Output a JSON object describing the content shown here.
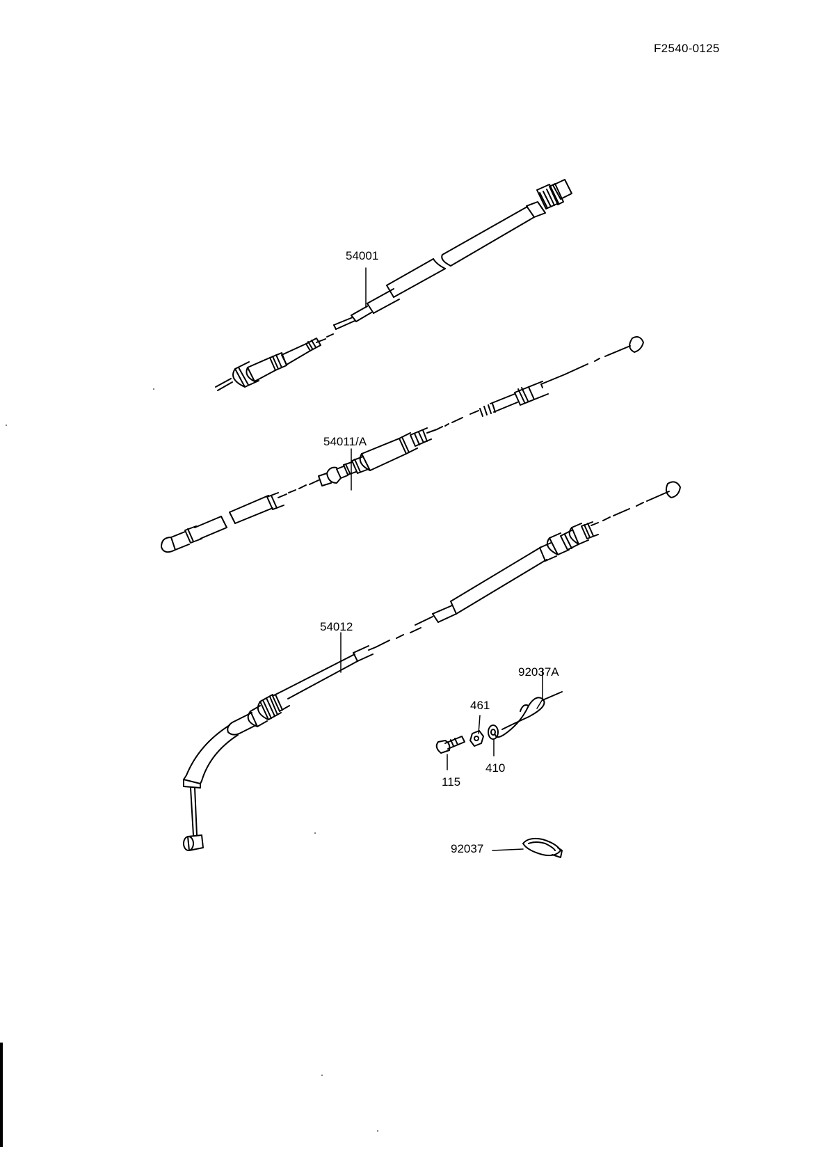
{
  "drawing_code": "F2540-0125",
  "parts": [
    {
      "id": "speedometer-cable",
      "label": "54001"
    },
    {
      "id": "clutch-cable",
      "label": "54011/A"
    },
    {
      "id": "throttle-cable",
      "label": "54012"
    },
    {
      "id": "clamp-a",
      "label": "92037A"
    },
    {
      "id": "nut",
      "label": "461"
    },
    {
      "id": "washer",
      "label": "410"
    },
    {
      "id": "bolt",
      "label": "115"
    },
    {
      "id": "clamp",
      "label": "92037"
    }
  ]
}
